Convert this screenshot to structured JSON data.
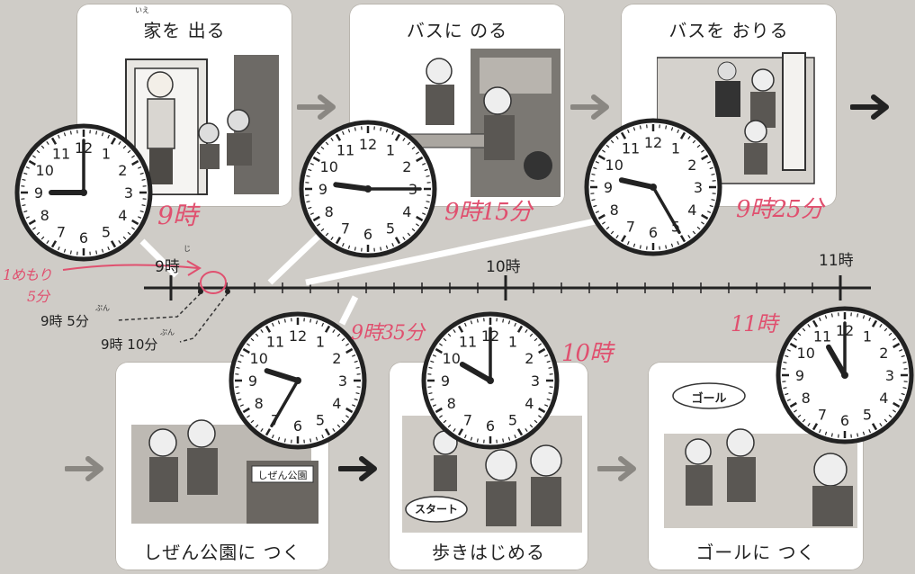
{
  "panels": {
    "p1": {
      "title": "家を 出る",
      "ruby": "いえ"
    },
    "p2": {
      "title": "バスに のる"
    },
    "p3": {
      "title": "バスを おりる"
    },
    "p4": {
      "title": "しぜん公園に つく"
    },
    "p5": {
      "title": "歩きはじめる"
    },
    "p6": {
      "title": "ゴールに つく"
    }
  },
  "signs": {
    "park": "しぜん公園",
    "start": "スタート",
    "goal": "ゴール"
  },
  "timeline": {
    "label_9": "9時",
    "ruby_9": "じ",
    "label_10": "10時",
    "label_11": "11時",
    "label_905": "9時 5分",
    "ruby_905": "ぷん",
    "label_910": "9時 10分",
    "ruby_910": "ぷん"
  },
  "handwriting": {
    "t1": "9時",
    "t2": "9時15分",
    "t3": "9時25分",
    "t4": "9時35分",
    "t5": "10時",
    "t6": "11時",
    "note_line1": "1めもり",
    "note_line2": "5分"
  },
  "clocks": [
    {
      "id": "c1",
      "hour": 9,
      "minute": 0
    },
    {
      "id": "c2",
      "hour": 9,
      "minute": 15
    },
    {
      "id": "c3",
      "hour": 9,
      "minute": 25
    },
    {
      "id": "c4",
      "hour": 9,
      "minute": 35
    },
    {
      "id": "c5",
      "hour": 10,
      "minute": 0
    },
    {
      "id": "c6",
      "hour": 11,
      "minute": 0
    }
  ],
  "colors": {
    "annotation": "#e0506f",
    "arrow_gray": "#8a8782",
    "arrow_dark": "#222222"
  }
}
